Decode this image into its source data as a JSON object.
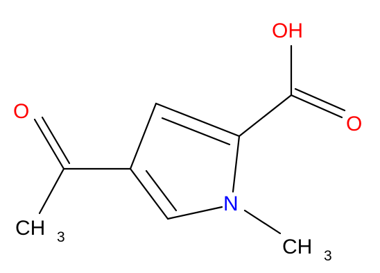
{
  "molecule": {
    "atoms": {
      "hydroxyl": {
        "text": "OH",
        "color": "#ff0000"
      },
      "carbonyl_o_acid": {
        "text": "O",
        "color": "#ff0000"
      },
      "carbonyl_o_acetyl": {
        "text": "O",
        "color": "#ff0000"
      },
      "ring_n": {
        "text": "N",
        "color": "#0000ff"
      },
      "acetyl_methyl": {
        "main": "CH",
        "sub": "3",
        "color": "#000000"
      },
      "n_methyl": {
        "main": "CH",
        "sub": "3",
        "color": "#000000"
      }
    }
  }
}
